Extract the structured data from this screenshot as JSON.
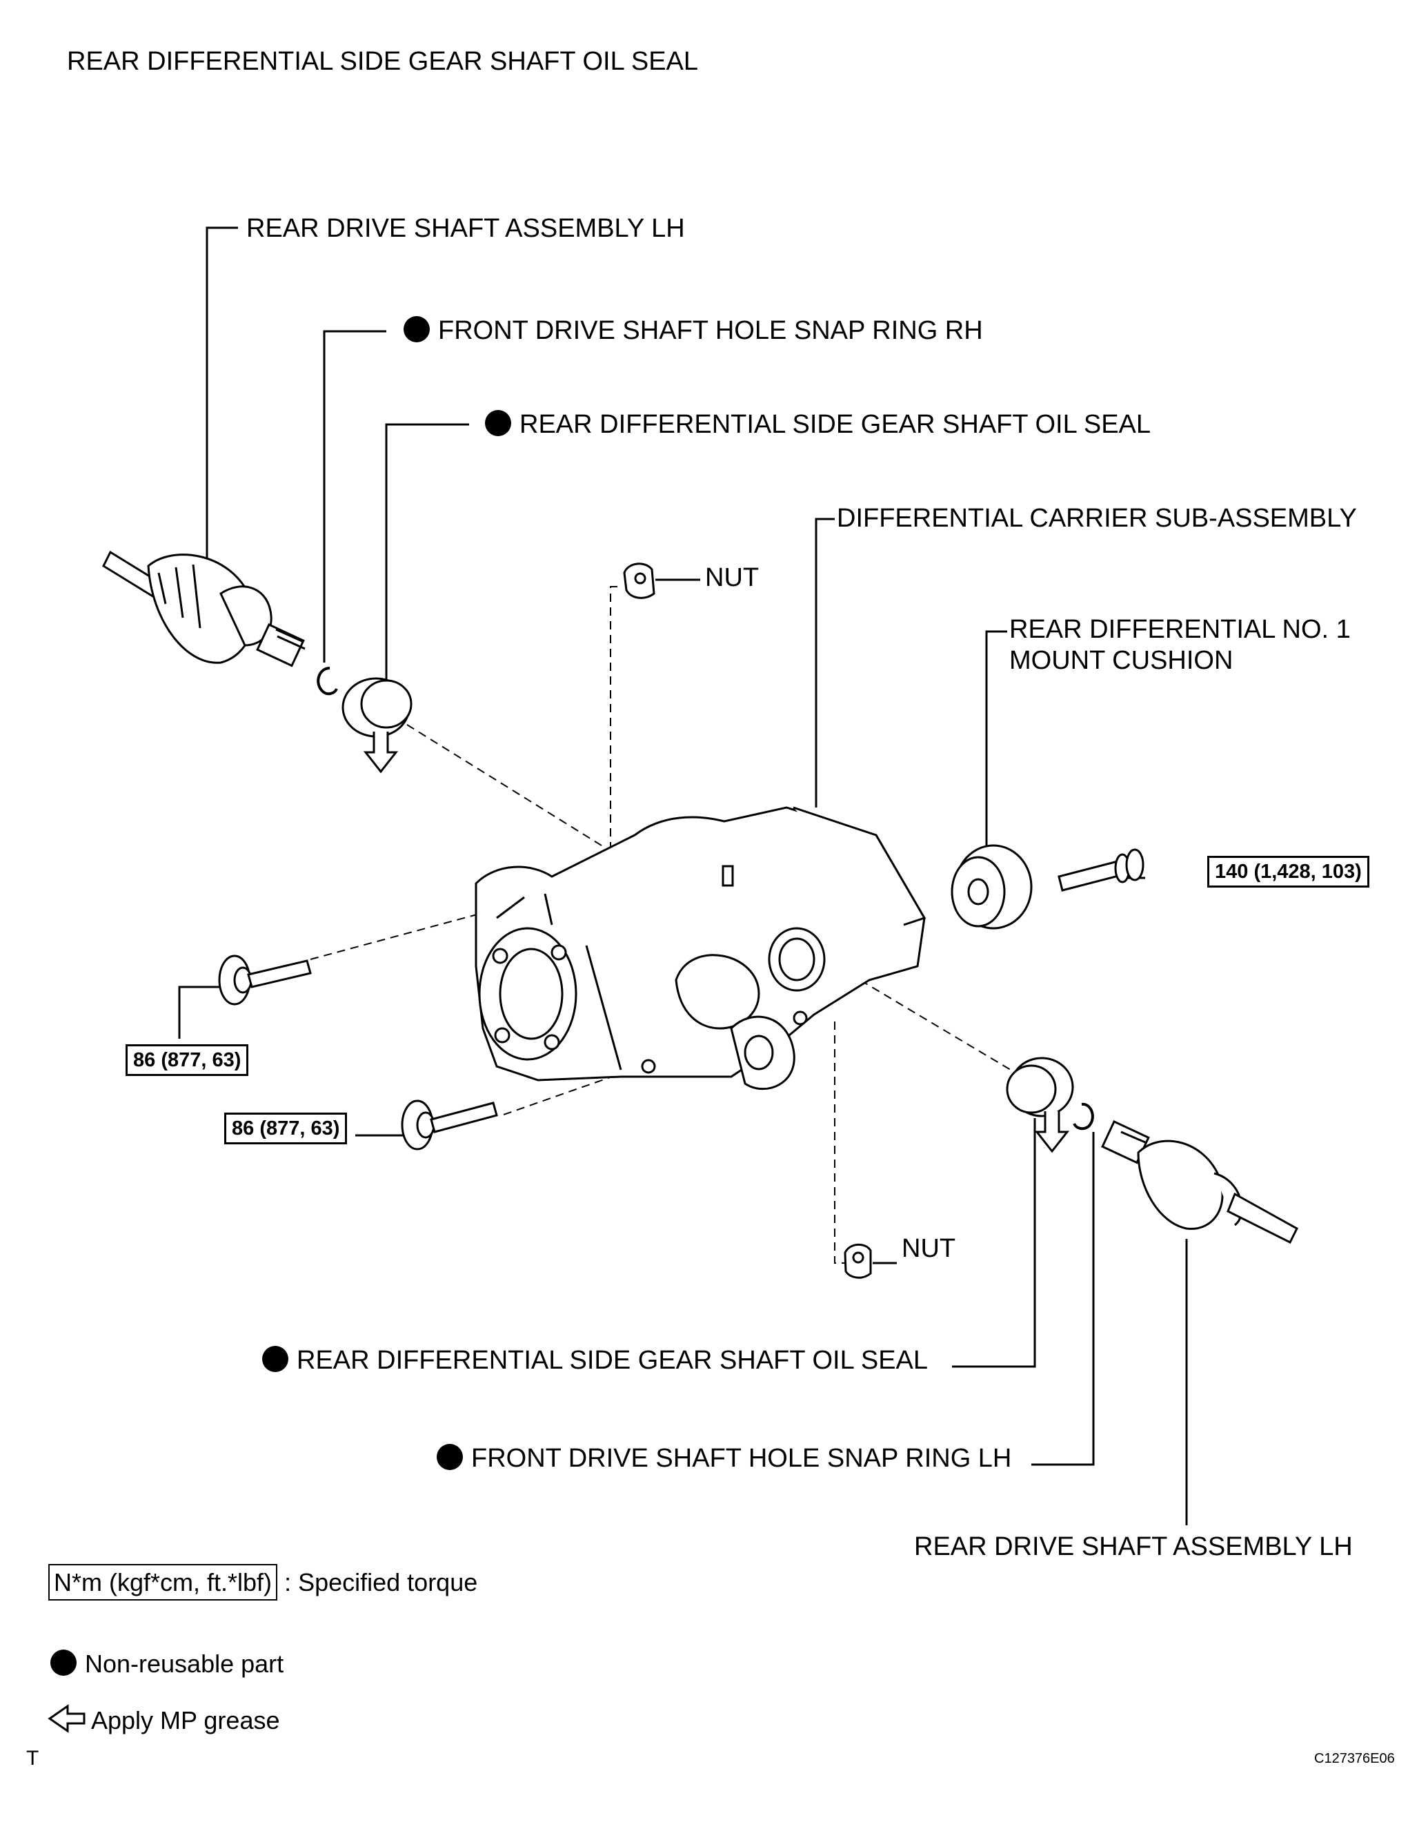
{
  "title": "REAR DIFFERENTIAL SIDE GEAR SHAFT OIL SEAL",
  "labels": {
    "drive_shaft_top": "REAR DRIVE SHAFT ASSEMBLY LH",
    "snap_ring_rh": "FRONT DRIVE SHAFT HOLE SNAP RING RH",
    "oil_seal_top": "REAR DIFFERENTIAL SIDE GEAR SHAFT OIL SEAL",
    "carrier": "DIFFERENTIAL CARRIER SUB-ASSEMBLY",
    "nut_top": "NUT",
    "mount_cushion_line1": "REAR DIFFERENTIAL NO. 1",
    "mount_cushion_line2": "MOUNT CUSHION",
    "nut_bottom": "NUT",
    "oil_seal_bottom": "REAR DIFFERENTIAL SIDE GEAR SHAFT OIL SEAL",
    "snap_ring_lh": "FRONT DRIVE SHAFT HOLE SNAP RING LH",
    "drive_shaft_bottom": "REAR DRIVE SHAFT ASSEMBLY LH"
  },
  "torques": {
    "mount_bolt": "140 (1,428, 103)",
    "upper_bolt": "86 (877, 63)",
    "lower_bolt": "86 (877, 63)"
  },
  "legend": {
    "torque_unit": "N*m (kgf*cm, ft.*lbf)",
    "torque_desc": ": Specified torque",
    "non_reusable": "Non-reusable part",
    "grease": "Apply MP grease"
  },
  "corner_mark": "T",
  "figure_code": "C127376E06",
  "markers": {
    "non_reusable_parts": [
      "snap_ring_rh",
      "oil_seal_top",
      "oil_seal_bottom",
      "snap_ring_lh"
    ]
  }
}
